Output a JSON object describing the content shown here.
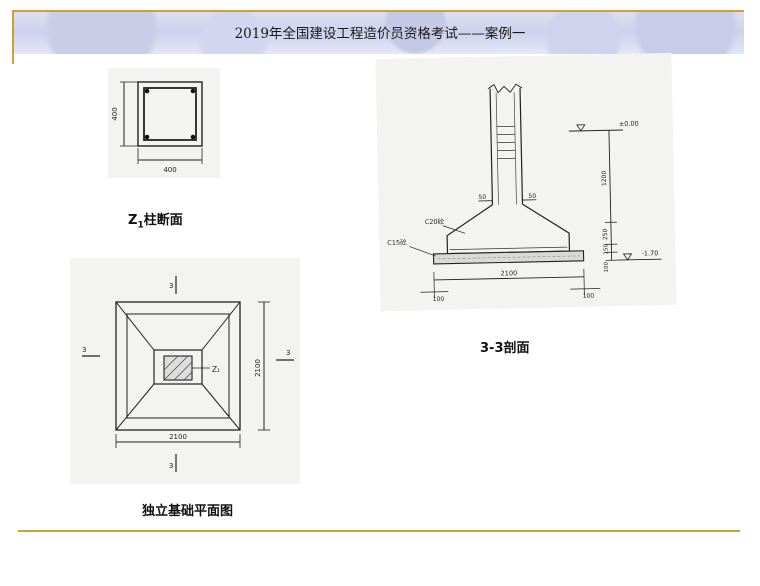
{
  "header": {
    "title": "2019年全国建设工程造价员资格考试——案例一"
  },
  "col_section": {
    "caption_main": "Z",
    "caption_sub": "1",
    "caption_rest": "柱断面",
    "dim_width": "400",
    "dim_height": "400"
  },
  "plan_view": {
    "caption": "独立基础平面图",
    "dim_width": "2100",
    "dim_height": "2100",
    "section_mark": "3",
    "column_label": "Z₁"
  },
  "section_view": {
    "caption": "3-3剖面",
    "dim_base_width": "2100",
    "dim_left_offset": "100",
    "dim_right_offset": "100",
    "dim_neck": "50",
    "dim_neck_right": "50",
    "level_top": "±0.00",
    "level_bottom": "-1.70",
    "dim_1200": "1200",
    "dim_250": "250",
    "dim_150": "150",
    "dim_100": "100",
    "concrete_label": "C20砼",
    "pad_label": "C15砼"
  }
}
